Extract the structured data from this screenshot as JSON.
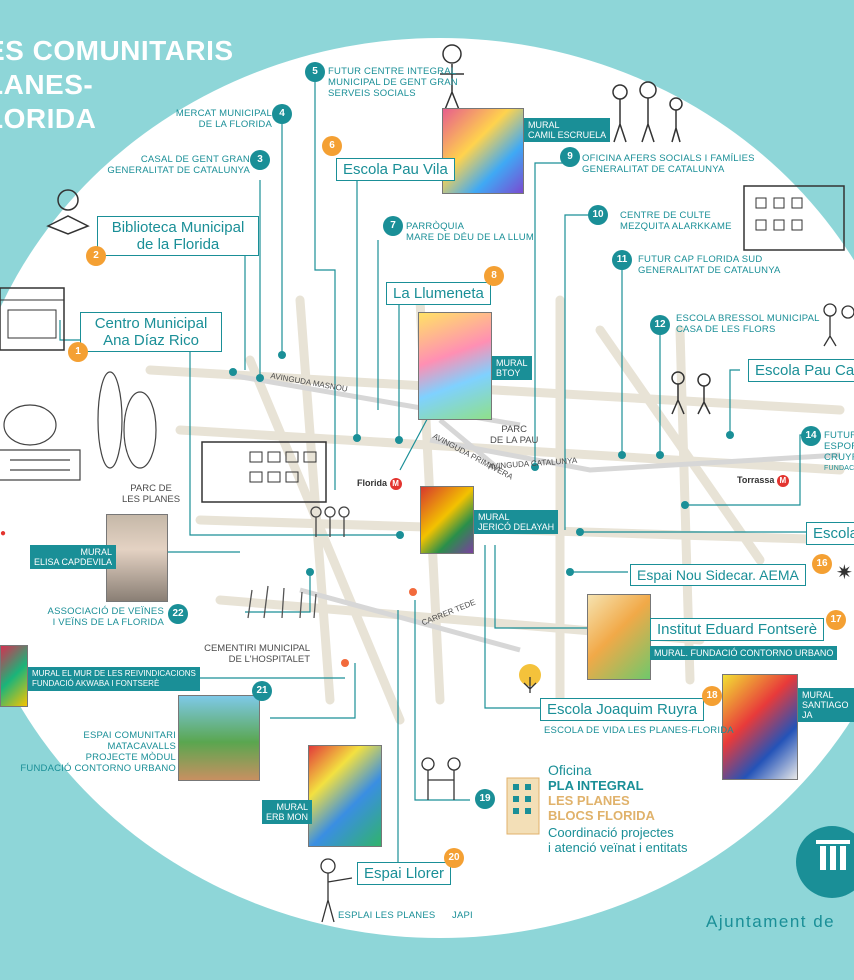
{
  "title": {
    "line1": "ES COMUNITARIS",
    "line2": "LANES-",
    "line3": "LORIDA"
  },
  "points": {
    "p1": {
      "num": "1",
      "name": "Centro Municipal Ana Díaz Rico"
    },
    "p2": {
      "num": "2",
      "name": "Biblioteca Municipal de la Florida"
    },
    "p3": {
      "num": "3",
      "line1": "CASAL DE GENT GRAN",
      "line2": "GENERALITAT DE CATALUNYA"
    },
    "p4": {
      "num": "4",
      "line1": "MERCAT MUNICIPAL",
      "line2": "DE LA FLORIDA"
    },
    "p5": {
      "num": "5",
      "line1": "FUTUR CENTRE INTEGRAL",
      "line2": "MUNICIPAL DE GENT GRAN",
      "line3": "SERVEIS SOCIALS"
    },
    "p6": {
      "num": "6",
      "name": "Escola Pau Vila"
    },
    "p7": {
      "num": "7",
      "line1": "PARRÒQUIA",
      "line2": "MARE DE DÉU DE LA LLUM"
    },
    "p8": {
      "num": "8",
      "name": "La Llumeneta"
    },
    "p9": {
      "num": "9",
      "line1": "OFICINA AFERS SOCIALS I FAMÍLIES",
      "line2": "GENERALITAT DE CATALUNYA"
    },
    "p10": {
      "num": "10",
      "line1": "CENTRE DE CULTE",
      "line2": "MEZQUITA ALARKKAME"
    },
    "p11": {
      "num": "11",
      "line1": "FUTUR CAP FLORIDA SUD",
      "line2": "GENERALITAT DE CATALUNYA"
    },
    "p12": {
      "num": "12",
      "line1": "ESCOLA BRESSOL MUNICIPAL",
      "line2": "CASA DE LES FLORS"
    },
    "p13": {
      "name": "Escola Pau Cas"
    },
    "p14": {
      "num": "14",
      "line1": "FUTUR",
      "line2": "ESPOR",
      "line3": "CRUYF",
      "line4": "FUNDACI"
    },
    "p15": {
      "name": "Escola"
    },
    "p16": {
      "num": "16",
      "name": "Espai Nou Sidecar. AEMA"
    },
    "p17": {
      "num": "17",
      "name": "Institut Eduard Fontserè",
      "mural": "MURAL. FUNDACIÓ CONTORNO URBANO"
    },
    "p18": {
      "num": "18",
      "name": "Escola Joaquim Ruyra",
      "sub": "ESCOLA DE VIDA LES PLANES-FLORIDA"
    },
    "p19": {
      "num": "19",
      "line1": "Oficina",
      "line2": "PLA INTEGRAL",
      "line3": "LES PLANES",
      "line4": "BLOCS FLORIDA",
      "line5": "Coordinació projectes",
      "line6": "i atenció veïnat i entitats"
    },
    "p20": {
      "num": "20",
      "name": "Espai Llorer",
      "sub1": "ESPLAI LES PLANES",
      "sub2": "JAPI"
    },
    "p21": {
      "num": "21",
      "line1": "ESPAI COMUNITARI MATACAVALLS",
      "line2": "PROJECTE MÒDUL",
      "line3": "FUNDACIÓ CONTORNO URBANO"
    },
    "p22": {
      "num": "22",
      "line1": "ASSOCIACIÓ DE VEÏNES",
      "line2": "I VEÏNS DE LA FLORIDA"
    }
  },
  "murals": {
    "camil": {
      "l1": "MURAL",
      "l2": "CAMIL ESCRUELA"
    },
    "btoy": {
      "l1": "MURAL",
      "l2": "BTOY"
    },
    "jerico": {
      "l1": "MURAL",
      "l2": "JERICÓ DELAYAH"
    },
    "elisa": {
      "l1": "MURAL",
      "l2": "ELISA CAPDEVILA"
    },
    "mur": {
      "l1": "MURAL EL MUR DE LES REIVINDICACIONS",
      "l2": "FUNDACIÓ AKWABA I FONTSERÈ"
    },
    "erb": {
      "l1": "MURAL",
      "l2": "ERB MON"
    },
    "santiago": {
      "l1": "MURAL",
      "l2": "SANTIAGO JA"
    }
  },
  "map": {
    "avinguda_masnou": "AVINGUDA MASNOU",
    "avinguda_catalunya": "AVINGUDA CATALUNYA",
    "avinguda_primavera": "AVINGUDA PRIMAVERA",
    "carrer_tedes": "CARRER TEDE",
    "parc_pau_1": "PARC",
    "parc_pau_2": "DE LA PAU",
    "parc_planes_1": "PARC DE",
    "parc_planes_2": "LES PLANES",
    "cementiri_1": "CEMENTIRI MUNICIPAL",
    "cementiri_2": "DE L'HOSPITALET",
    "florida": "Florida",
    "torrassa": "Torrassa",
    "metro": "M"
  },
  "footer": {
    "ajuntament": "Ajuntament de"
  },
  "colors": {
    "teal": "#1a8f97",
    "orange": "#f4a033",
    "background": "#8ed6d8"
  }
}
